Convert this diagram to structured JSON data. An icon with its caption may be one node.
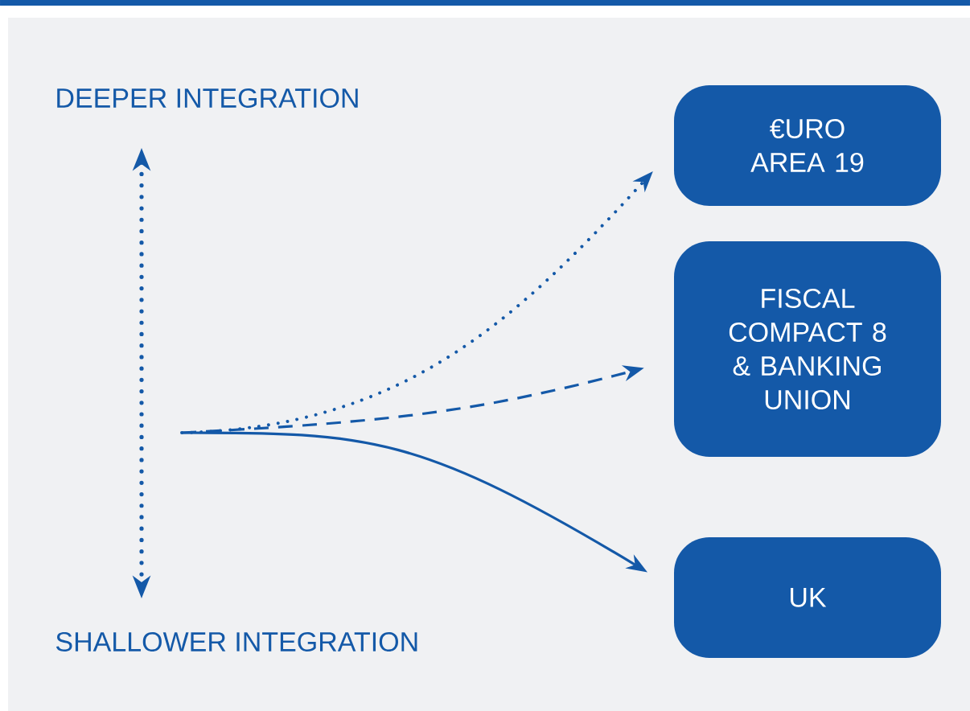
{
  "diagram": {
    "nodes": [
      {
        "text": [
          "€URO AREA 19"
        ]
      },
      {
        "text": [
          "FISCAL COMPACT 8 & BANKING UNION"
        ]
      },
      {
        "text": [
          "UK"
        ]
      }
    ],
    "edges": [
      {
        "from": null,
        "to": 0,
        "arrow": "to",
        "style": "dashed"
      },
      {
        "from": null,
        "to": 1,
        "arrow": "to",
        "style": "dashed"
      },
      {
        "from": null,
        "to": 2,
        "arrow": "to"
      }
    ],
    "labels": [
      "DEEPER INTEGRATION",
      "SHALLOWER INTEGRATION"
    ]
  }
}
